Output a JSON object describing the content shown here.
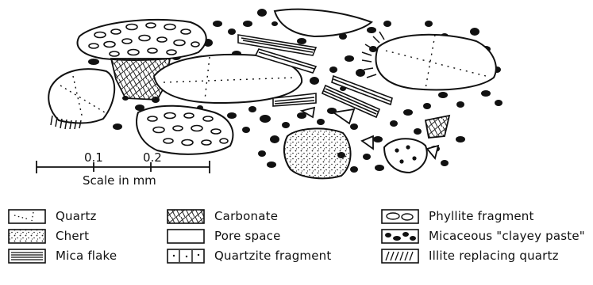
{
  "scale": {
    "tick_1": "0.1",
    "tick_2": "0.2",
    "label": "Scale in mm"
  },
  "legend": {
    "quartz": "Quartz",
    "chert": "Chert",
    "mica_flake": "Mica flake",
    "carbonate": "Carbonate",
    "pore_space": "Pore space",
    "quartzite_fragment": "Quartzite fragment",
    "phyllite_fragment": "Phyllite fragment",
    "micaceous_clayey_paste": "Micaceous \"clayey paste\"",
    "illite_replacing_quartz": "Illite replacing quartz"
  }
}
